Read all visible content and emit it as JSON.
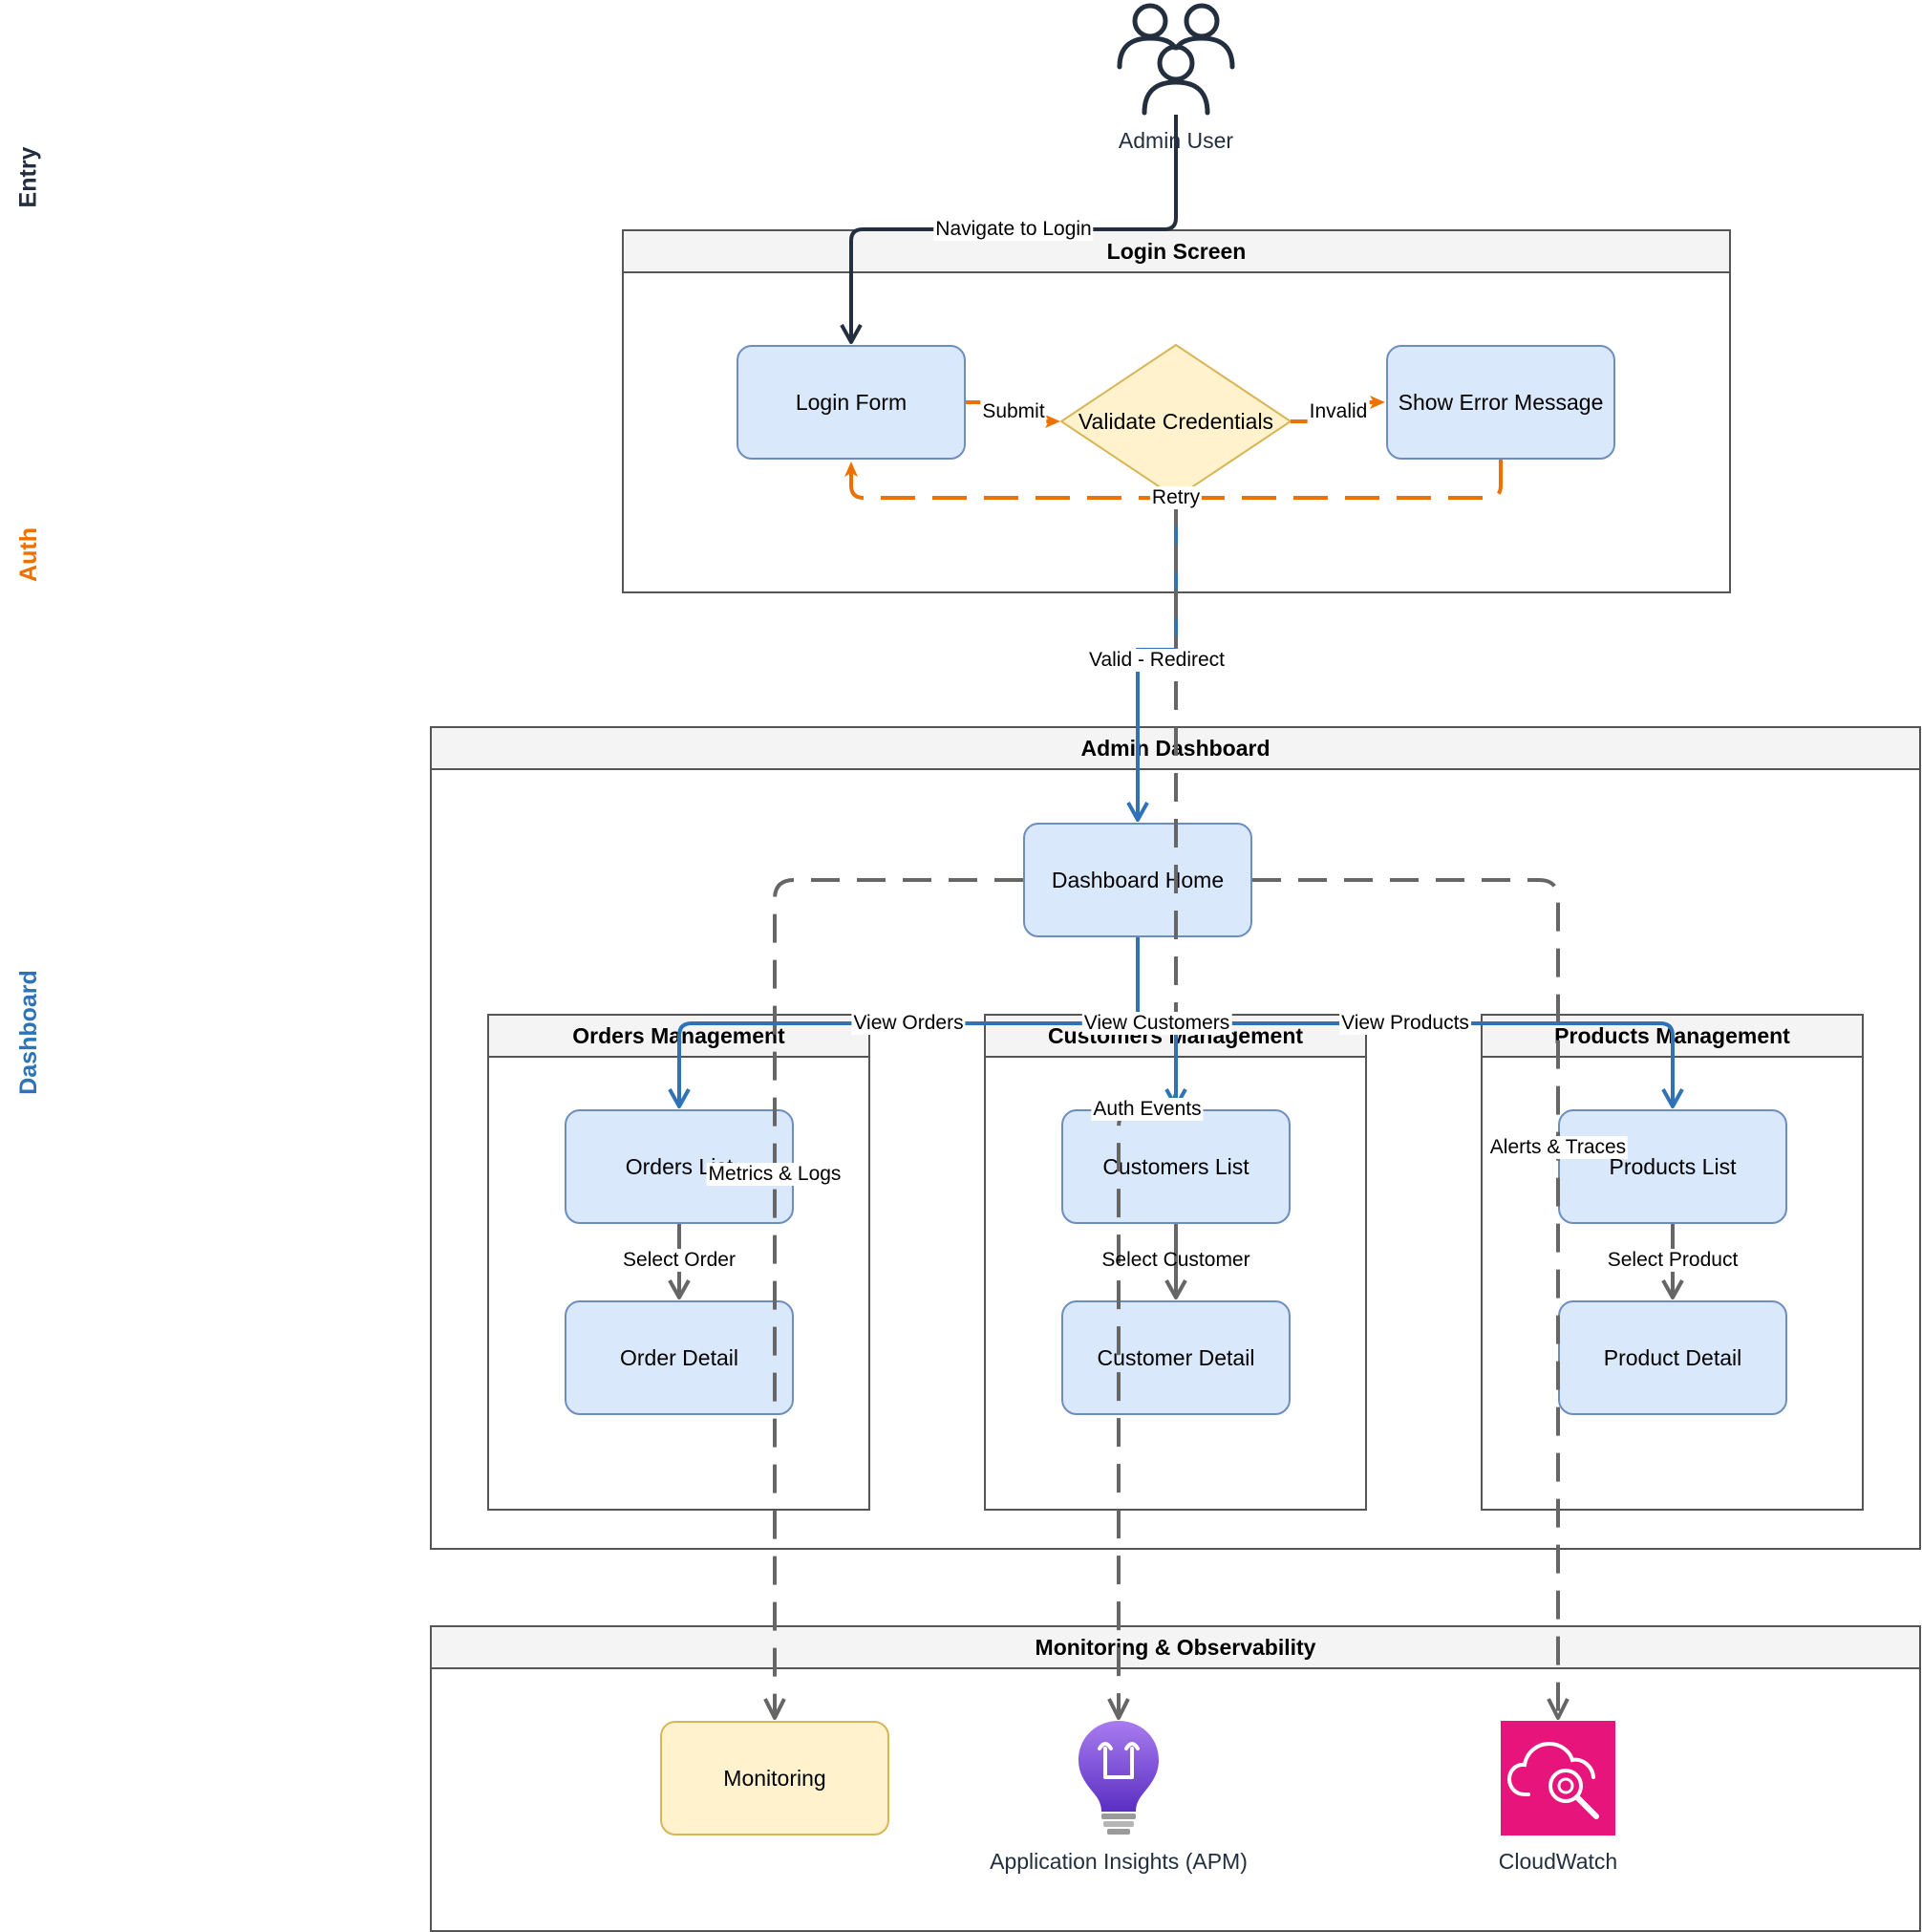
{
  "lanes": {
    "entry": {
      "label": "Entry",
      "color": "#232f3e"
    },
    "auth": {
      "label": "Auth",
      "color": "#ed7100"
    },
    "dashboard": {
      "label": "Dashboard",
      "color": "#2e73b8"
    }
  },
  "actor": {
    "label": "Admin User",
    "icon": "users-icon"
  },
  "groups": {
    "login": "Login Screen",
    "dashboard": "Admin Dashboard",
    "orders": "Orders Management",
    "customers": "Customers Management",
    "products": "Products Management",
    "monitoring": "Monitoring & Observability"
  },
  "nodes": {
    "login_form": "Login Form",
    "validate": "Validate Credentials",
    "error": "Show Error Message",
    "dashboard_home": "Dashboard Home",
    "orders_list": "Orders List",
    "order_detail": "Order Detail",
    "customers_list": "Customers List",
    "customer_detail": "Customer Detail",
    "products_list": "Products List",
    "product_detail": "Product Detail",
    "monitoring": "Monitoring",
    "app_insights": "Application Insights (APM)",
    "cloudwatch": "CloudWatch"
  },
  "edges": {
    "navigate": "Navigate to Login",
    "submit": "Submit",
    "invalid": "Invalid",
    "retry": "Retry",
    "valid": "Valid - Redirect",
    "view_orders": "View Orders",
    "view_customers": "View Customers",
    "view_products": "View Products",
    "select_order": "Select Order",
    "select_customer": "Select Customer",
    "select_product": "Select Product",
    "metrics_logs": "Metrics & Logs",
    "auth_events": "Auth Events",
    "alerts_traces": "Alerts & Traces"
  },
  "colors": {
    "dark": "#232f3e",
    "orange": "#ed7100",
    "blue": "#2e73b8",
    "gray_dashed": "#666666",
    "node_fill": "#dae8fc",
    "node_stroke": "#6c8ebf",
    "yellow_fill": "#fff2cc",
    "yellow_stroke": "#d6b656",
    "cloudwatch": "#e7157b",
    "insights_purple": "#7b4ee0"
  }
}
